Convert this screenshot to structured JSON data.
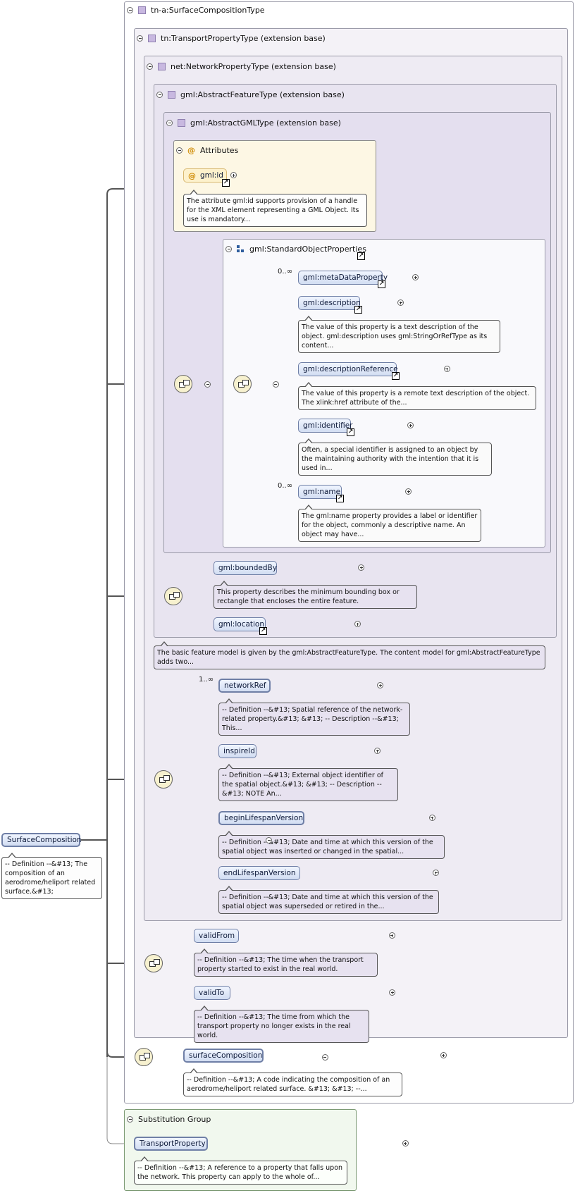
{
  "type_title": "tn-a:SurfaceCompositionType",
  "ext1_title": "tn:TransportPropertyType (extension base)",
  "ext2_title": "net:NetworkPropertyType (extension base)",
  "ext3_title": "gml:AbstractFeatureType (extension base)",
  "ext4_title": "gml:AbstractGMLType (extension base)",
  "attributes": {
    "title": "Attributes",
    "id_label": "gml:id",
    "id_doc": "The attribute gml:id supports provision of a handle for the XML element representing a GML Object. Its use is mandatory..."
  },
  "std_props": {
    "title": "gml:StandardObjectProperties",
    "items": [
      {
        "label": "gml:metaDataProperty",
        "mult": "0..∞",
        "doc": ""
      },
      {
        "label": "gml:description",
        "mult": "",
        "doc": "The value of this property is a text description of the object. gml:description uses gml:StringOrRefType as its content..."
      },
      {
        "label": "gml:descriptionReference",
        "mult": "",
        "doc": "The value of this property is a remote text description of the object. The xlink:href attribute of the..."
      },
      {
        "label": "gml:identifier",
        "mult": "",
        "doc": "Often, a special identifier is assigned to an object by the maintaining authority with the intention that it is used in..."
      },
      {
        "label": "gml:name",
        "mult": "0..∞",
        "doc": "The gml:name property provides a label or identifier for the object, commonly a descriptive name. An object may have..."
      }
    ]
  },
  "bounded_by": {
    "label": "gml:boundedBy",
    "doc": "This property describes the minimum bounding box or rectangle that encloses the entire feature."
  },
  "location": {
    "label": "gml:location"
  },
  "feature_doc": "The basic feature model is given by the gml:AbstractFeatureType. The content model for gml:AbstractFeatureType adds two...",
  "network": {
    "mult": "1..∞",
    "items": [
      {
        "label": "networkRef",
        "doc": "-- Definition --&#13; Spatial reference of the network-related property.&#13; &#13; -- Description --&#13; This..."
      },
      {
        "label": "inspireId",
        "doc": "-- Definition --&#13; External object identifier of the spatial object.&#13; &#13; -- Description --&#13; NOTE An..."
      },
      {
        "label": "beginLifespanVersion",
        "doc": "-- Definition --&#13; Date and time at which this version of the spatial object was inserted or changed in the spatial..."
      },
      {
        "label": "endLifespanVersion",
        "doc": "-- Definition --&#13; Date and time at which this version of the spatial object was superseded or retired in the..."
      }
    ]
  },
  "transport": {
    "items": [
      {
        "label": "validFrom",
        "doc": "-- Definition --&#13; The time when the transport property started to exist in the real world."
      },
      {
        "label": "validTo",
        "doc": "-- Definition --&#13; The time from which the transport property no longer exists in the real world."
      }
    ]
  },
  "surface": {
    "label": "surfaceComposition",
    "doc": "-- Definition --&#13; A code indicating the composition of an aerodrome/heliport related surface. &#13; &#13; --..."
  },
  "root": {
    "label": "SurfaceComposition",
    "doc": "-- Definition --&#13; The composition of an aerodrome/heliport related surface.&#13;"
  },
  "subst": {
    "title": "Substitution Group",
    "label": "TransportProperty",
    "doc": "-- Definition --&#13; A reference to a property that falls upon the network. This property can apply to the whole of..."
  }
}
